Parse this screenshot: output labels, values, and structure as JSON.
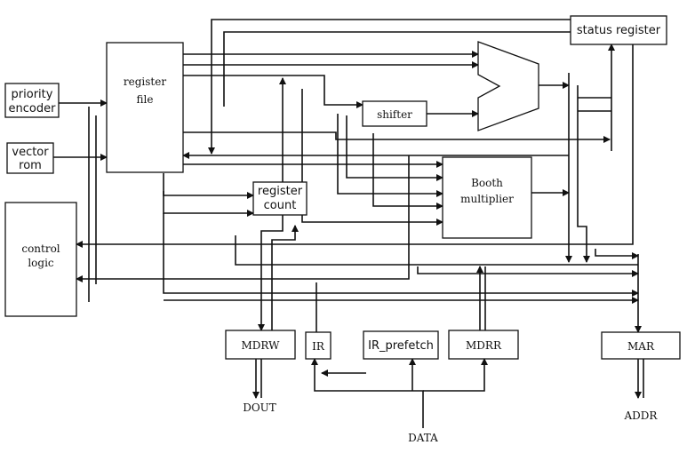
{
  "blocks": {
    "priority_encoder": [
      "priority",
      "encoder"
    ],
    "vector_rom": [
      "vector",
      "rom"
    ],
    "control_logic": [
      "control",
      "logic"
    ],
    "register_file": [
      "register",
      "file"
    ],
    "register_count": [
      "register",
      "count"
    ],
    "shifter": "shifter",
    "booth_multiplier": [
      "Booth",
      "multiplier"
    ],
    "status_register": "status register",
    "mdrw": "MDRW",
    "ir": "IR",
    "ir_prefetch": "IR_prefetch",
    "mdrr": "MDRR",
    "mar": "MAR"
  },
  "signals": {
    "dout": "DOUT",
    "data": "DATA",
    "addr": "ADDR"
  }
}
